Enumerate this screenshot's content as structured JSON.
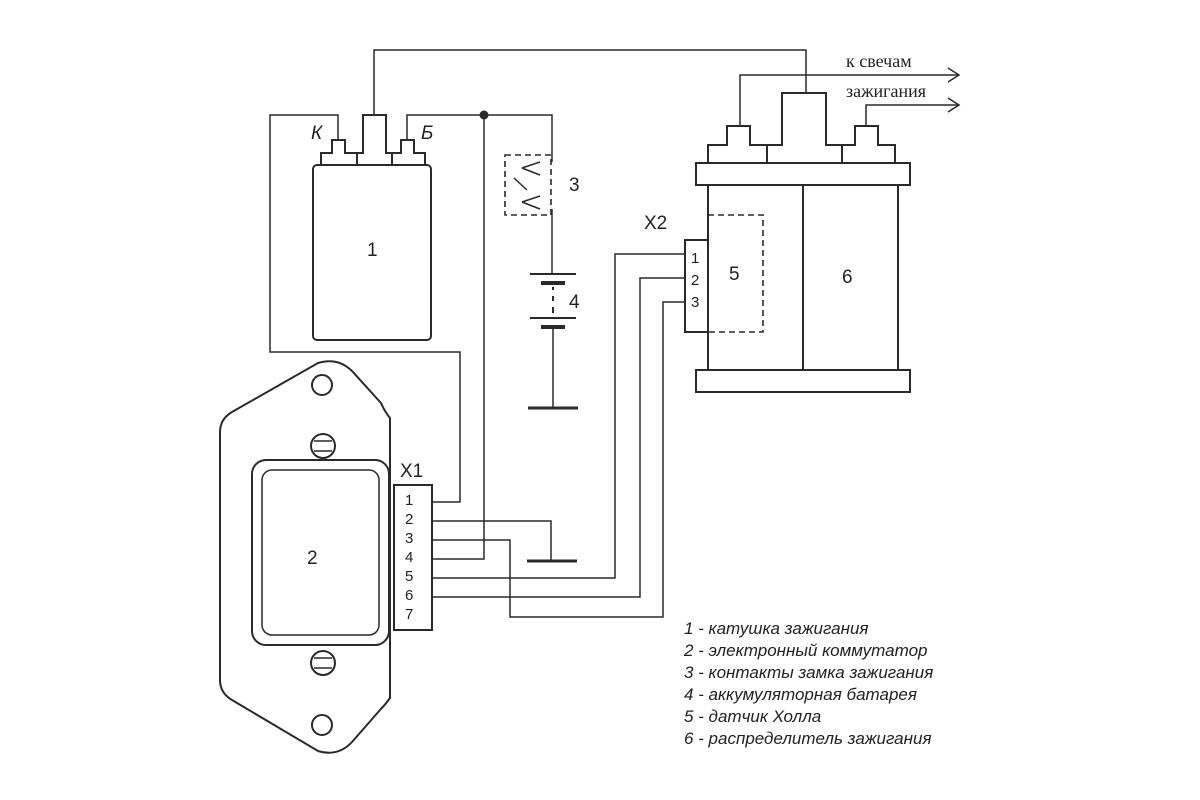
{
  "labels": {
    "coil_number": "1",
    "commutator_number": "2",
    "switch_number": "3",
    "battery_number": "4",
    "hall_number": "5",
    "distributor_number": "6",
    "coil_terminal_k": "К",
    "coil_terminal_b": "Б",
    "connector_x1": "X1",
    "connector_x2": "X2",
    "plugs_line1": "к свечам",
    "plugs_line2": "зажигания"
  },
  "x1_pins": [
    "1",
    "2",
    "3",
    "4",
    "5",
    "6",
    "7"
  ],
  "x2_pins": [
    "1",
    "2",
    "3"
  ],
  "legend": [
    "1 - катушка зажигания",
    "2 - электронный коммутатор",
    "3 - контакты замка зажигания",
    "4 - аккумуляторная батарея",
    "5 - датчик Холла",
    "6 - распределитель зажигания"
  ]
}
